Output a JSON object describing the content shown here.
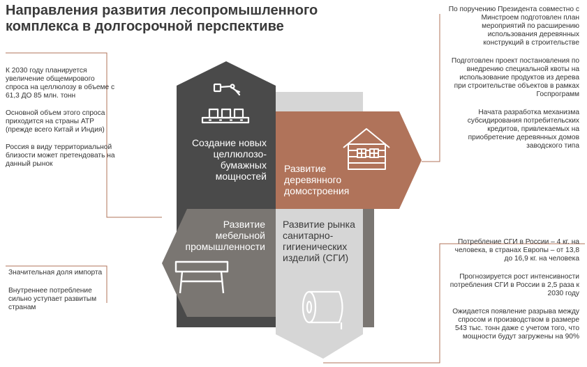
{
  "title": "Направления развития лесопромышленного комплекса в долгосрочной перспективе",
  "colors": {
    "dark": "#4a4a4a",
    "brown": "#b0735a",
    "gray": "#7a7672",
    "light": "#d6d6d6",
    "connector": "#b0735a"
  },
  "segments": {
    "pulp": {
      "label": "Создание новых целлюлозо-бумажных мощностей",
      "icon": "factory-robot-arm-icon"
    },
    "housing": {
      "label": "Развитие деревянного домостроения",
      "icon": "wooden-house-icon"
    },
    "furniture": {
      "label": "Развитие мебельной промышленности",
      "icon": "table-icon"
    },
    "hygiene": {
      "label": "Развитие рынка санитарно-гигиенических изделий (СГИ)",
      "icon": "toilet-paper-roll-icon"
    }
  },
  "notes": {
    "left_top": [
      "К 2030 году планируется увеличение общемирового спроса на целлюлозу в объеме с 61,3 ДО 85 млн. тонн",
      "Основной объем этого спроса приходится на страны АТР (прежде всего Китай и Индия)",
      "Россия в виду территориальной близости может претендовать на данный рынок"
    ],
    "left_bottom": [
      "Значительная доля импорта",
      "Внутреннее потребление сильно уступает развитым странам"
    ],
    "right_top": [
      "По поручению Президента совместно с Минстроем подготовлен план мероприятий по расширению использования деревянных конструкций в строительстве",
      "Подготовлен проект постановления по внедрению специальной квоты на использование продуктов из дерева при строительстве объектов в рамках Госпрограмм",
      "Начата разработка механизма субсидирования потребительских кредитов, привлекаемых на приобретение деревянных домов заводского типа"
    ],
    "right_bottom": [
      "Потребление СГИ в России – 4 кг. на человека, в странах Европы – от 13,8 до 16,9 кг. на человека",
      "Прогнозируется рост интенсивности потребления СГИ в России в 2,5 раза к 2030 году",
      "Ожидается появление разрыва между спросом и производством в размере 543 тыс. тонн даже с учетом того, что мощности будут загружены на 90%"
    ]
  }
}
